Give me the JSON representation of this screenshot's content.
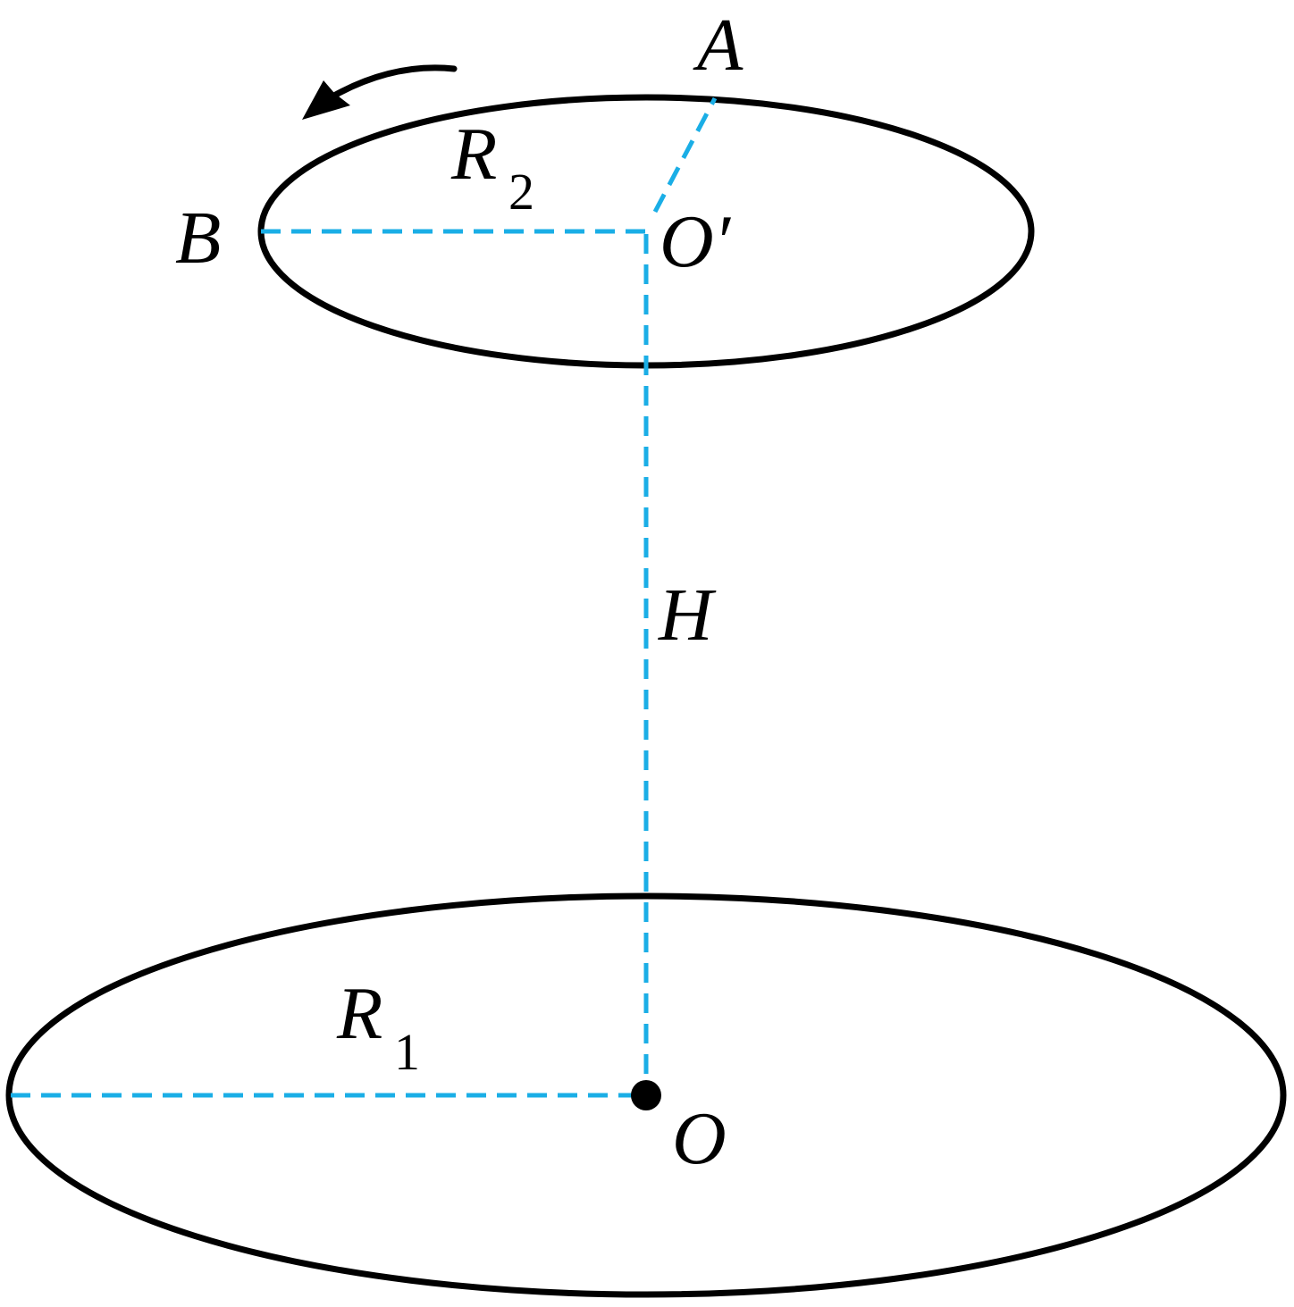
{
  "colors": {
    "outline": "#000000",
    "guide": "#1aaee6",
    "background": "#ffffff"
  },
  "labels": {
    "point_a": "A",
    "point_b": "B",
    "center_top": "O′",
    "center_bottom": "O",
    "height": "H",
    "radius_top": "R",
    "radius_top_sub": "2",
    "radius_bottom": "R",
    "radius_bottom_sub": "1"
  },
  "icons": {
    "rotation": "curved-arrow-counterclockwise-icon"
  }
}
